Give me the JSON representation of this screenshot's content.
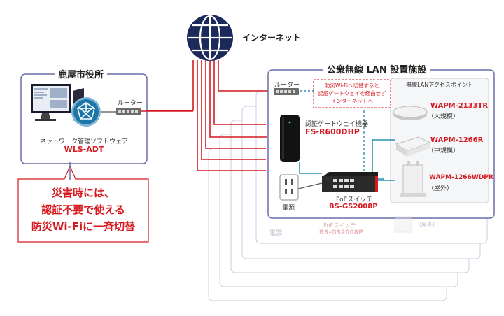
{
  "internet": {
    "label": "インターネット",
    "icon": "globe-icon"
  },
  "city_office": {
    "title": "鹿屋市役所",
    "router_label": "ルーター",
    "software_caption": "ネットワーク管理ソフトウェア",
    "software_model": "WLS-ADT"
  },
  "callout": {
    "lines": [
      "災害時には、",
      "認証不要で使える",
      "防災Wi-Fiに一斉切替"
    ]
  },
  "facility": {
    "title": "公衆無線 LAN 設置施設",
    "router_label": "ルーター",
    "note_lines": [
      "防災Wi-Fiへ切替すると",
      "認証ゲートウェイを経由せず",
      "インターネットへ"
    ],
    "gateway_caption": "認証ゲートウェイ機器",
    "gateway_model": "FS-R600DHP",
    "switch_caption": "PoEスイッチ",
    "switch_model": "BS-GS2008P",
    "outlet_label": "電源",
    "ap_header": "無線LANアクセスポイント",
    "access_points": [
      {
        "model": "WAPM-2133TR",
        "type": "（大規模）"
      },
      {
        "model": "WAPM-1266R",
        "type": "（中規模）"
      },
      {
        "model": "WAPM-1266WDPR",
        "type": "（屋外）"
      }
    ]
  },
  "ghost": {
    "outlet_label": "電源",
    "switch_caption": "PoEスイッチ",
    "switch_model": "BS-GS2008P",
    "ap_type": "（屋外）"
  },
  "colors": {
    "red": "#d71920",
    "navy": "#1b2a5a",
    "frame": "#6a6fa8",
    "teal": "#2b8fb5"
  }
}
